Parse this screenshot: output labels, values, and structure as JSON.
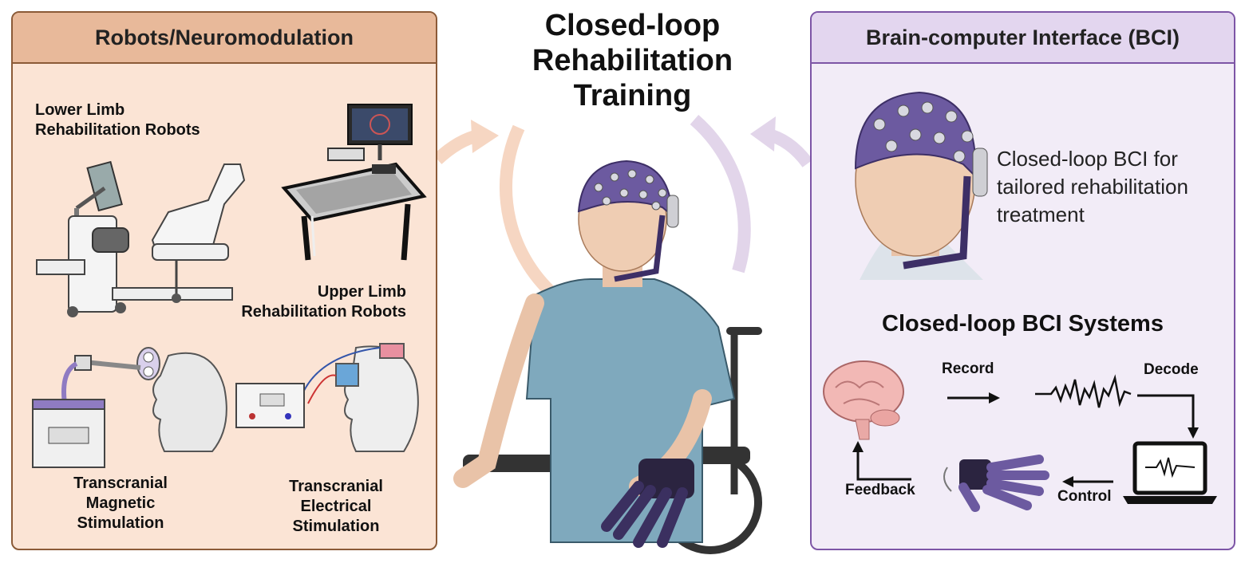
{
  "left_panel": {
    "title": "Robots/Neuromodulation",
    "lower_limb_line1": "Lower Limb",
    "lower_limb_line2": "Rehabilitation Robots",
    "upper_limb_line1": "Upper Limb",
    "upper_limb_line2": "Rehabilitation Robots",
    "tms_line1": "Transcranial",
    "tms_line2": "Magnetic",
    "tms_line3": "Stimulation",
    "tes_line1": "Transcranial",
    "tes_line2": "Electrical",
    "tes_line3": "Stimulation"
  },
  "center": {
    "title_line1": "Closed-loop",
    "title_line2": "Rehabilitation",
    "title_line3": "Training"
  },
  "right_panel": {
    "title": "Brain-computer Interface (BCI)",
    "desc_line1": "Closed-loop BCI for",
    "desc_line2": "tailored rehabilitation",
    "desc_line3": "treatment",
    "systems_title": "Closed-loop BCI Systems",
    "flow": {
      "record": "Record",
      "decode": "Decode",
      "control": "Control",
      "feedback": "Feedback"
    }
  },
  "colors": {
    "left_bg": "#fbe4d5",
    "left_header": "#e8b99a",
    "left_border": "#8b5a37",
    "right_bg": "#f2ecf7",
    "right_header": "#e3d6ef",
    "right_border": "#7d55a6",
    "cap_purple": "#6c5aa0",
    "shirt": "#7fa9bd"
  }
}
